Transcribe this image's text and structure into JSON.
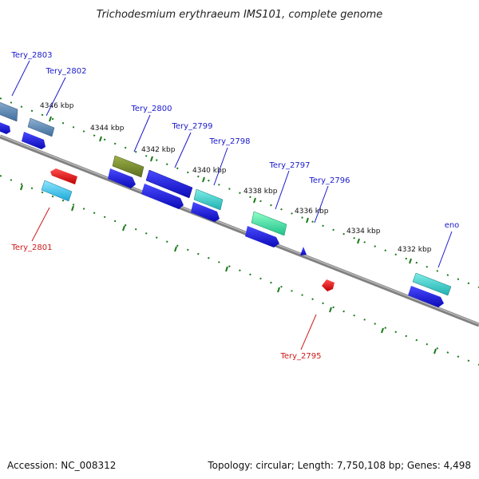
{
  "title": "Trichodesmium erythraeum IMS101, complete genome",
  "accession_label": "Accession: NC_008312",
  "topology_label": "Topology: circular; Length: 7,750,108 bp; Genes: 4,498",
  "tick_labels": [
    "4346 kbp",
    "4344 kbp",
    "4342 kbp",
    "4340 kbp",
    "4338 kbp",
    "4336 kbp",
    "4334 kbp",
    "4332 kbp"
  ],
  "genes_forward": [
    "Tery_2803",
    "Tery_2802",
    "Tery_2800",
    "Tery_2799",
    "Tery_2798",
    "Tery_2797",
    "Tery_2796",
    "eno"
  ],
  "genes_reverse": [
    "Tery_2801",
    "Tery_2795"
  ],
  "colors": {
    "backbone": "#808080",
    "tick": "#1a7a1a",
    "cds": "#1414dd",
    "forward_label": "#1a1acc",
    "reverse_label": "#cc1a1a",
    "reverse_gene": "#e01010"
  }
}
